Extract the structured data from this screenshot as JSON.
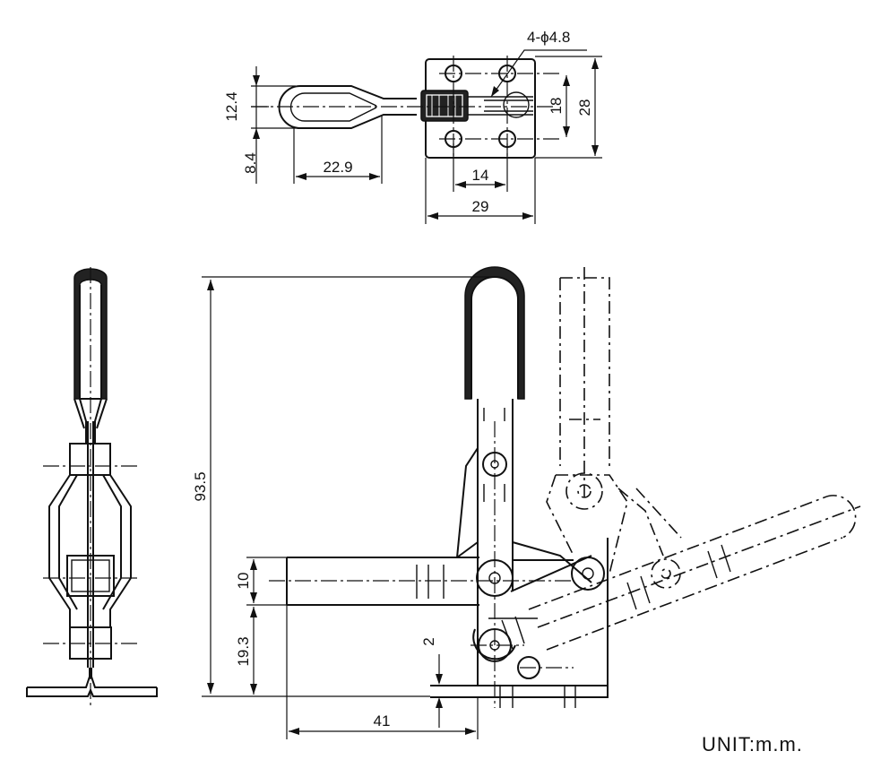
{
  "drawing": {
    "labels": {
      "holes": "4-ϕ4.8",
      "d12_4": "12.4",
      "d8_4": "8.4",
      "d22_9": "22.9",
      "d14": "14",
      "d29": "29",
      "d18": "18",
      "d28": "28",
      "d93_5": "93.5",
      "d10": "10",
      "d19_3": "19.3",
      "d2": "2",
      "d41": "41"
    },
    "unit": "UNIT:m.m."
  }
}
